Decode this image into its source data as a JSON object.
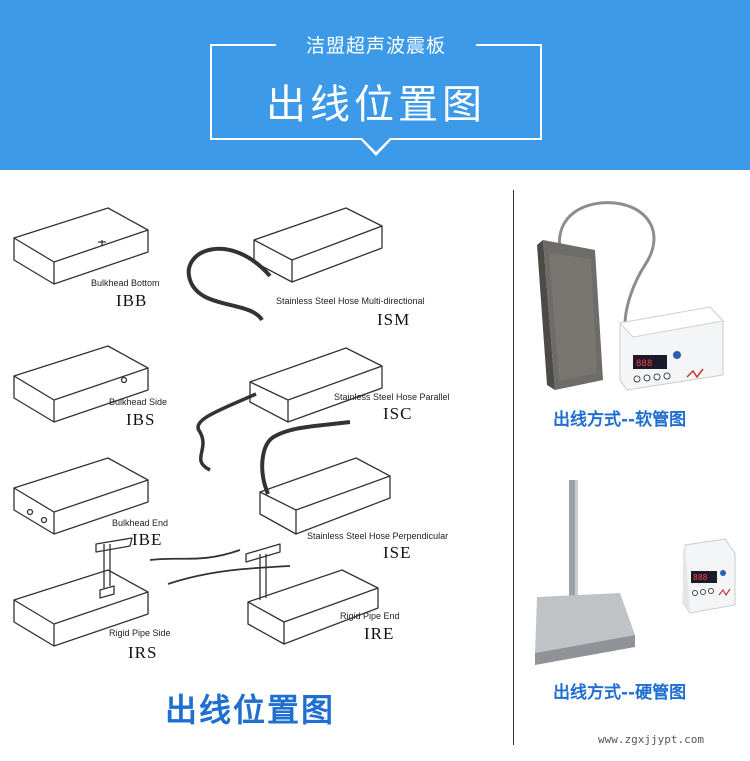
{
  "header": {
    "subtitle": "洁盟超声波震板",
    "title": "出线位置图"
  },
  "diagram": {
    "items": [
      {
        "label": "Bulkhead Bottom",
        "code": "IBB"
      },
      {
        "label": "Stainless Steel Hose Multi-directional",
        "code": "ISM"
      },
      {
        "label": "Bulkhead Side",
        "code": "IBS"
      },
      {
        "label": "Stainless Steel Hose Parallel",
        "code": "ISC"
      },
      {
        "label": "Bulkhead End",
        "code": "IBE"
      },
      {
        "label": "Stainless Steel Hose Perpendicular",
        "code": "ISE"
      },
      {
        "label": "Rigid Pipe Side",
        "code": "IRS"
      },
      {
        "label": "Rigid Pipe End",
        "code": "IRE"
      }
    ],
    "bottom_title": "出线位置图"
  },
  "products": {
    "soft": {
      "caption": "出线方式--软管图"
    },
    "rigid": {
      "caption": "出线方式--硬管图"
    }
  },
  "watermark": "www.zgxjjypt.com",
  "colors": {
    "header_bg": "#3d9ae8",
    "accent_text": "#1f6fd1"
  }
}
